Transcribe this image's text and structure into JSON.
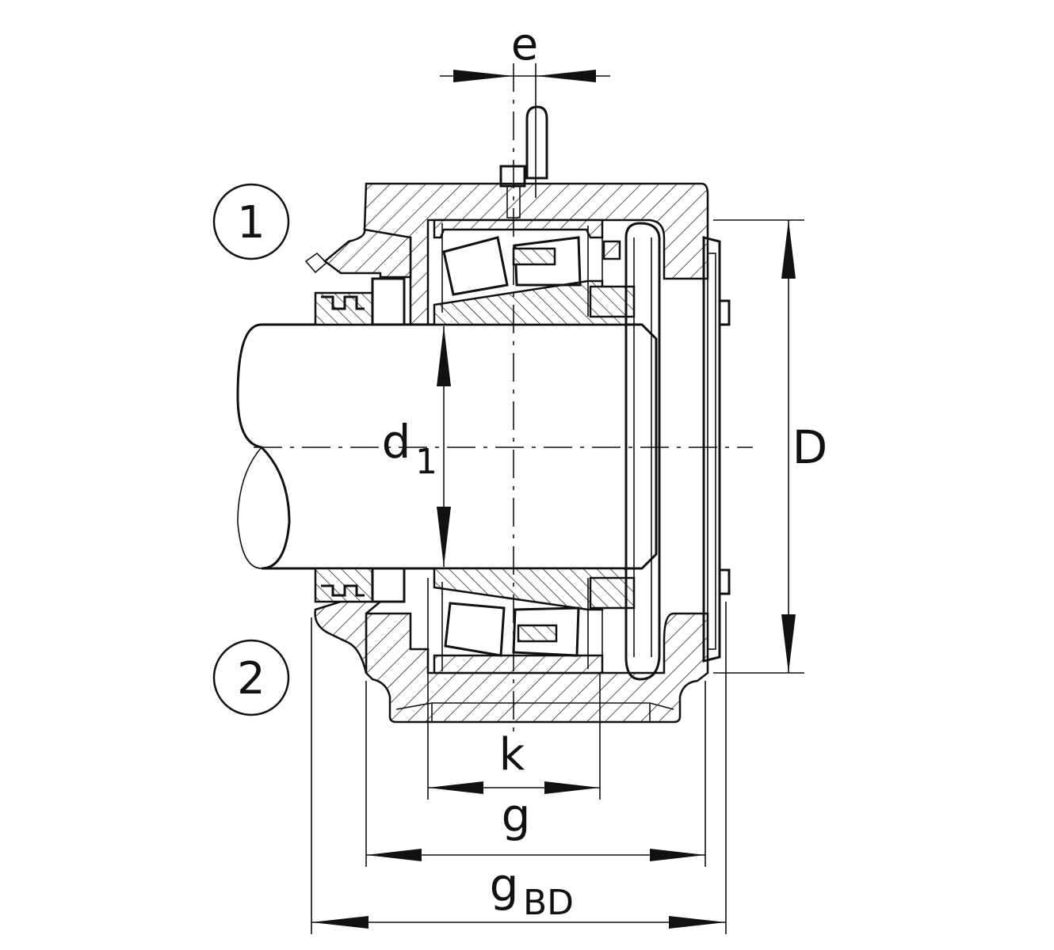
{
  "labels": {
    "callout_1": "1",
    "callout_2": "2",
    "dim_e": "e",
    "dim_d": "d",
    "dim_d_sub": "1",
    "dim_D": "D",
    "dim_k": "k",
    "dim_g": "g",
    "dim_gbd": "g",
    "dim_gbd_sub": "BD"
  }
}
